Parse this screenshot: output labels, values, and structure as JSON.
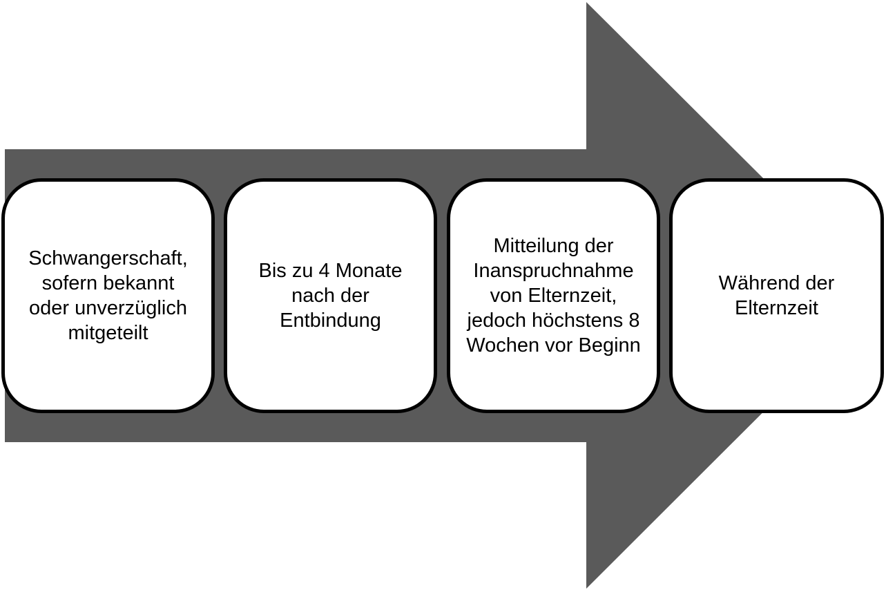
{
  "diagram": {
    "arrow_color": "#5a5a5a",
    "box_border_color": "#000000",
    "box_fill_color": "#ffffff",
    "steps": [
      {
        "label": "Schwangerschaft,\nsofern bekannt\noder unverzüglich\nmitgeteilt"
      },
      {
        "label": "Bis zu 4 Monate\nnach der\nEntbindung"
      },
      {
        "label": "Mitteilung der\nInanspruchnahme\nvon Elternzeit,\njedoch höchstens 8\nWochen vor Beginn"
      },
      {
        "label": "Während der\nElternzeit"
      }
    ]
  }
}
